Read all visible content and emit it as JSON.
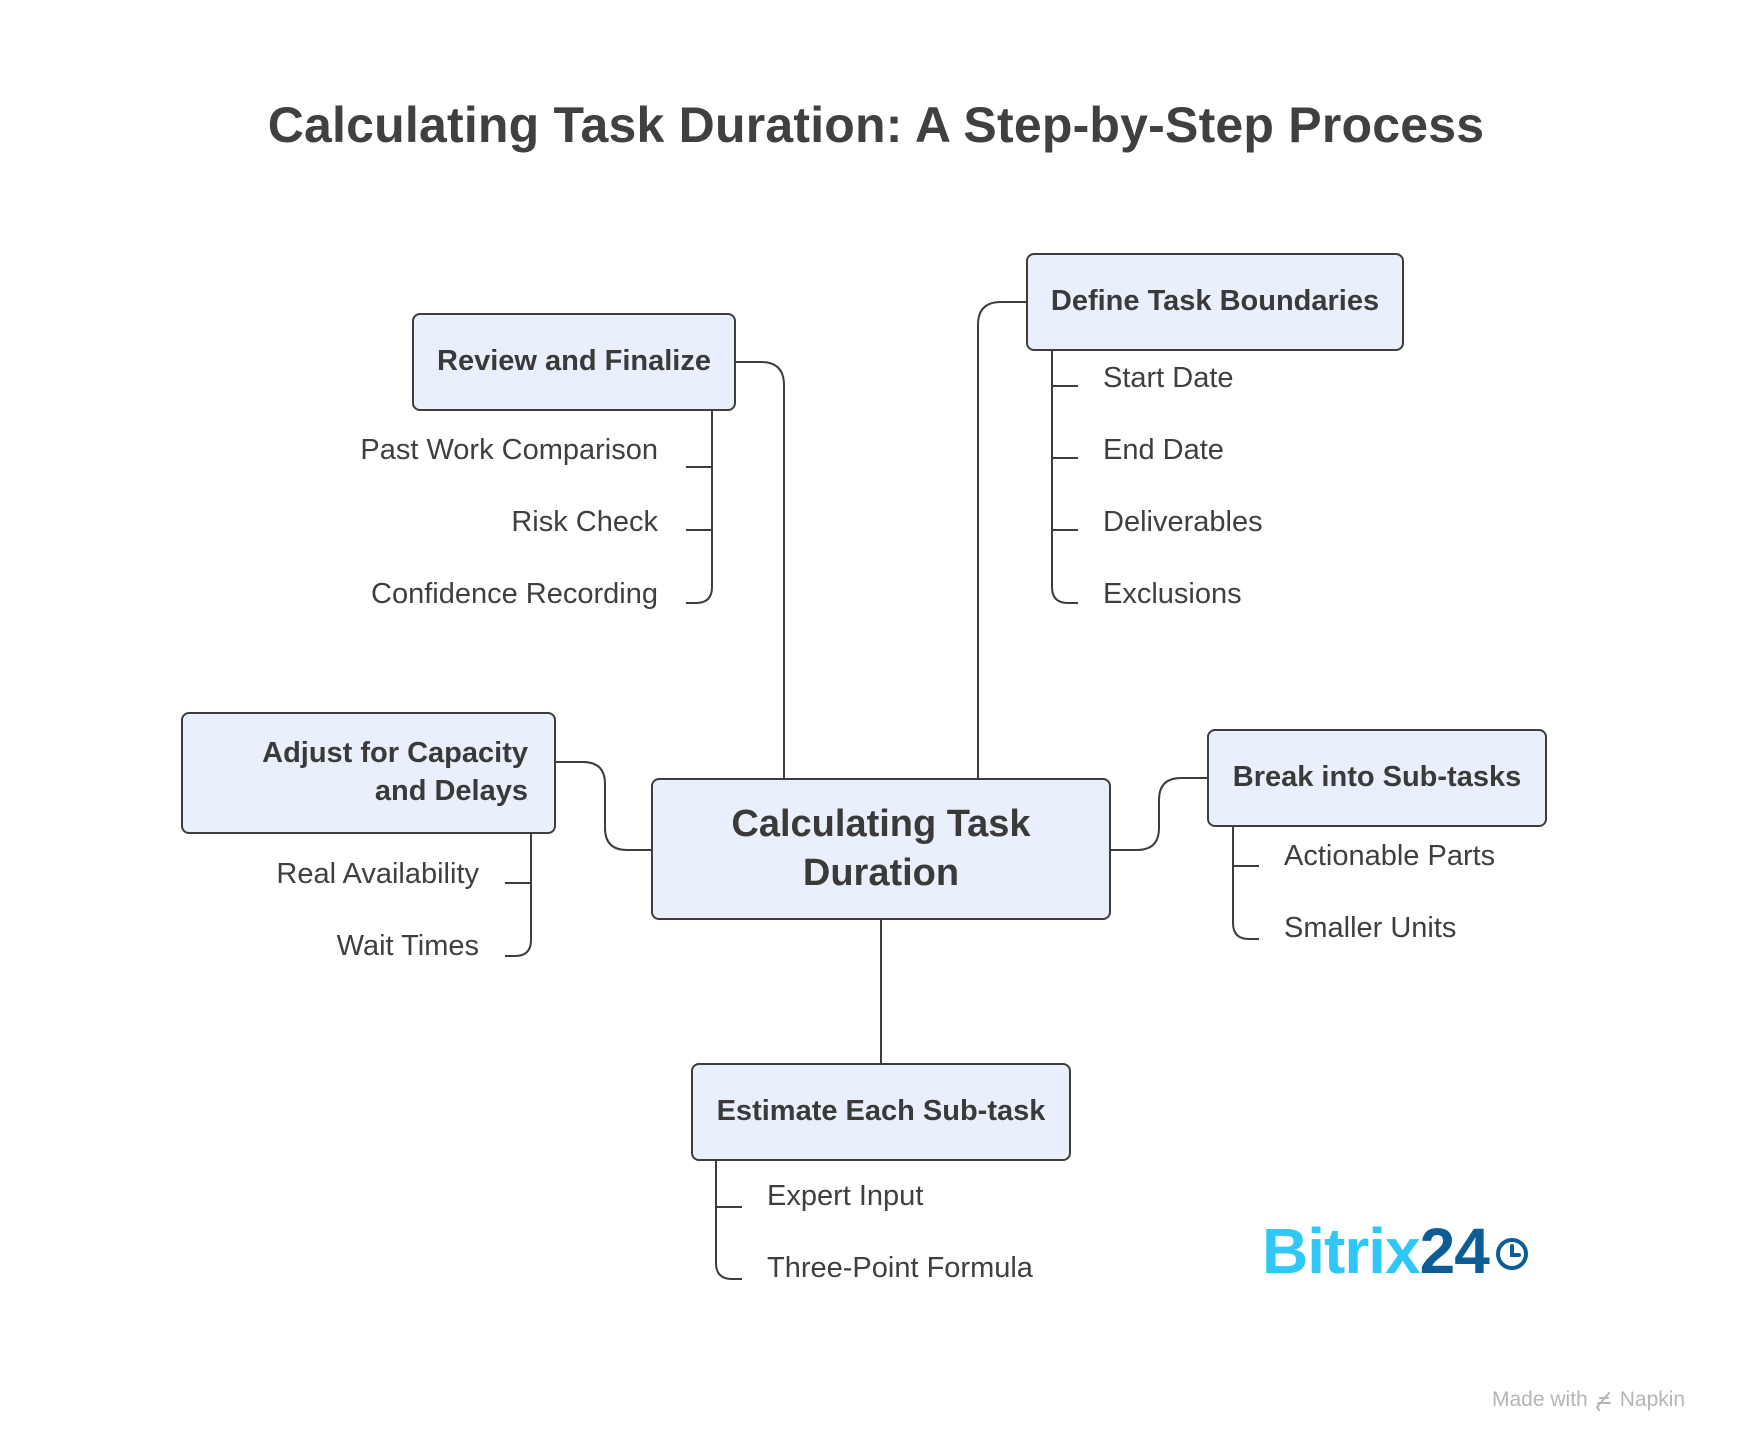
{
  "title": "Calculating Task Duration: A Step-by-Step Process",
  "central": "Calculating Task Duration",
  "branches": {
    "review": {
      "label": "Review and Finalize",
      "items": [
        "Past Work Comparison",
        "Risk Check",
        "Confidence Recording"
      ]
    },
    "define": {
      "label": "Define Task Boundaries",
      "items": [
        "Start Date",
        "End Date",
        "Deliverables",
        "Exclusions"
      ]
    },
    "adjust": {
      "label": "Adjust for Capacity and Delays",
      "items": [
        "Real Availability",
        "Wait Times"
      ]
    },
    "break": {
      "label": "Break into Sub-tasks",
      "items": [
        "Actionable Parts",
        "Smaller Units"
      ]
    },
    "estimate": {
      "label": "Estimate Each Sub-task",
      "items": [
        "Expert Input",
        "Three-Point Formula"
      ]
    }
  },
  "logo": {
    "part1": "Bitrix",
    "part2": "24",
    "color1": "#2fc7f7",
    "color2": "#0c5d95"
  },
  "credit": {
    "made_with": "Made with",
    "brand": "Napkin"
  },
  "colors": {
    "node_fill": "#e9f0fb",
    "stroke": "#3d3d3d",
    "text": "#3f3f3f"
  }
}
